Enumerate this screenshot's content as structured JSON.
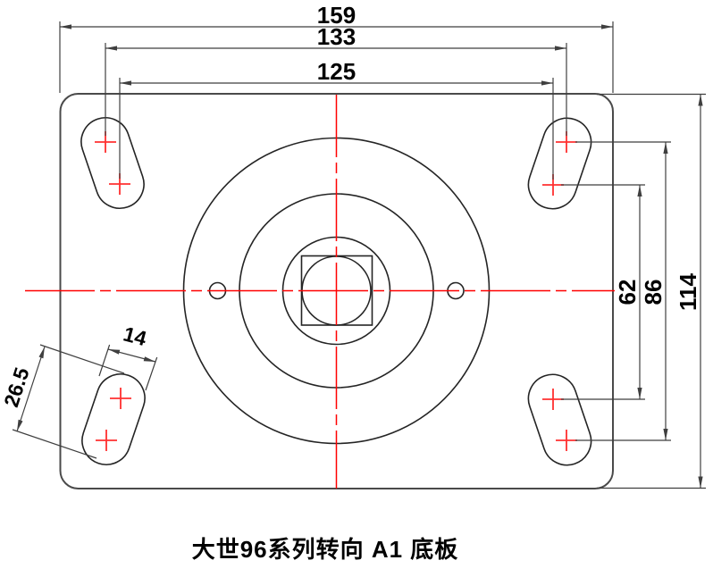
{
  "drawing": {
    "title": "大世96系列转向 A1 底板",
    "dims": {
      "overall_width": "159",
      "outer_hole_span_x": "133",
      "inner_hole_span_x": "125",
      "inner_hole_span_y": "62",
      "outer_hole_span_y": "86",
      "overall_height": "114",
      "slot_width": "14",
      "slot_length": "26.5"
    },
    "colors": {
      "centerline_red": "#ff0000",
      "cross_red": "#ff3030",
      "plate_outline": "#4a4a4a",
      "geometry": "#242424",
      "dimension": "#3f3f3f",
      "text": "#000000"
    }
  }
}
